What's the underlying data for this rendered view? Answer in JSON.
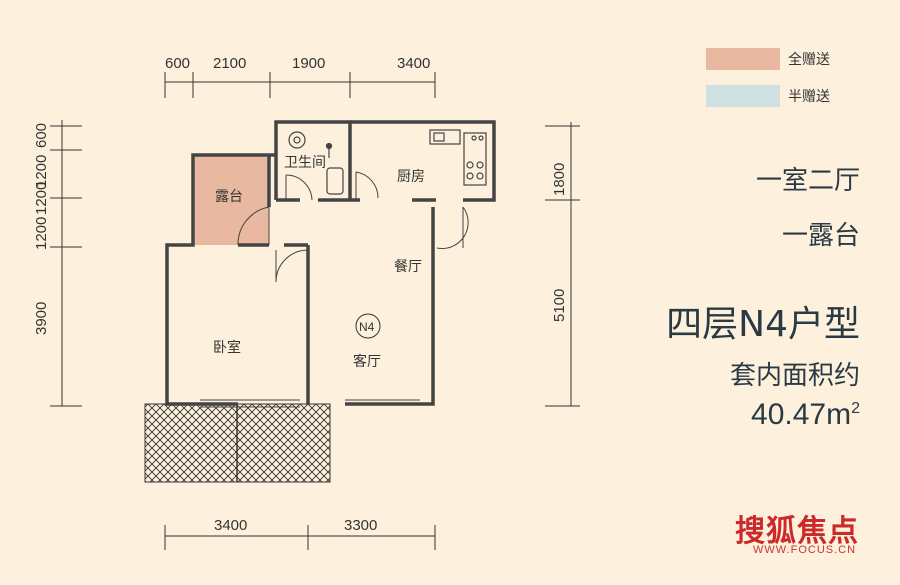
{
  "dimensions": {
    "top": [
      "600",
      "2100",
      "1900",
      "3400"
    ],
    "bottom": [
      "3400",
      "3300"
    ],
    "left": [
      "600",
      "1200",
      "1200",
      "1200",
      "3900"
    ],
    "right": [
      "1800",
      "5100"
    ]
  },
  "rooms": {
    "bathroom": "卫生间",
    "kitchen": "厨房",
    "terrace": "露台",
    "dining": "餐厅",
    "bedroom": "卧室",
    "living": "客厅",
    "unit_tag": "N4"
  },
  "legend": [
    {
      "label": "全赠送",
      "color": "#e8b8a0"
    },
    {
      "label": "半赠送",
      "color": "#cfe0e3"
    }
  ],
  "info": {
    "layout": "一室二厅",
    "extra": "一露台",
    "unit_type": "四层N4户型",
    "area_label": "套内面积约",
    "area_value": "40.47m",
    "area_sup": "2"
  },
  "watermark": {
    "brand": "搜狐焦点",
    "url": "WWW.FOCUS.CN"
  }
}
